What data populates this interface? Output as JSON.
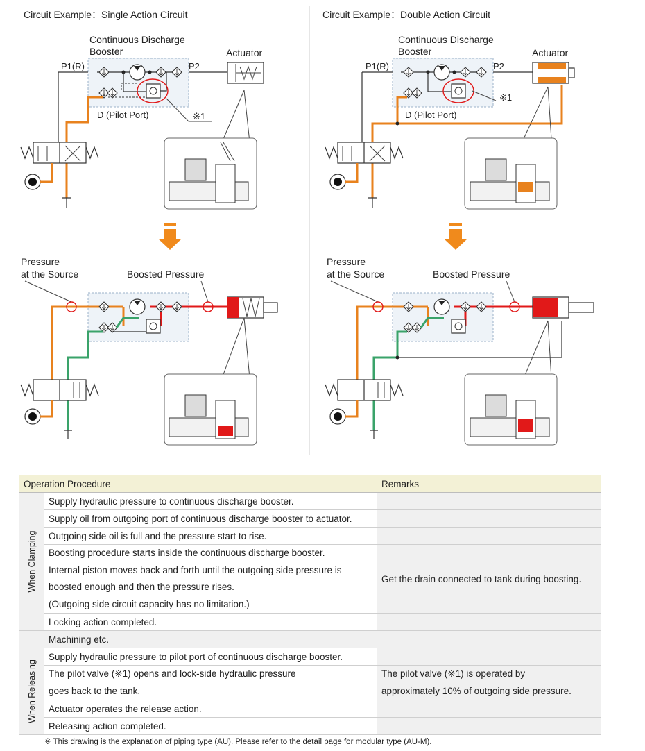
{
  "diagram": {
    "left": {
      "title": "Circuit Example：Single Action Circuit",
      "booster_label": [
        "Continuous Discharge",
        "Booster"
      ],
      "actuator_label": "Actuator",
      "p1_label": "P1(R)",
      "p2_label": "P2",
      "pilot_label": "D (Pilot Port)",
      "note_mark": "※1",
      "pressure_source_label": [
        "Pressure",
        "at the Source"
      ],
      "boosted_label": "Boosted Pressure"
    },
    "right": {
      "title": "Circuit Example：Double Action Circuit",
      "booster_label": [
        "Continuous Discharge",
        "Booster"
      ],
      "actuator_label": "Actuator",
      "p1_label": "P1(R)",
      "p2_label": "P2",
      "pilot_label": "D (Pilot Port)",
      "note_mark": "※1",
      "pressure_source_label": [
        "Pressure",
        "at the Source"
      ],
      "boosted_label": "Boosted Pressure"
    },
    "colors": {
      "oil_supply": "#e8821e",
      "boosted": "#e11919",
      "return": "#3aa36a",
      "arrow": "#f08a1c"
    }
  },
  "table": {
    "headers": {
      "procedure": "Operation Procedure",
      "remarks": "Remarks"
    },
    "clamping": {
      "group_label": "When Clamping",
      "rows": [
        {
          "lines": [
            "Supply hydraulic pressure to continuous discharge booster."
          ],
          "remarks": []
        },
        {
          "lines": [
            "Supply oil from outgoing port of continuous discharge booster to actuator."
          ],
          "remarks": []
        },
        {
          "lines": [
            "Outgoing side oil is full and the pressure start to rise."
          ],
          "remarks": []
        },
        {
          "lines": [
            "Boosting procedure starts inside the continuous discharge booster.",
            "Internal piston moves back and forth until the outgoing side pressure is",
            "boosted enough and then the pressure rises.",
            "(Outgoing side circuit capacity has no limitation.)"
          ],
          "remarks": [
            "Get the drain connected to tank during boosting."
          ]
        },
        {
          "lines": [
            "Locking action completed."
          ],
          "remarks": []
        }
      ]
    },
    "machining": "Machining etc.",
    "releasing": {
      "group_label": "When Releasing",
      "rows": [
        {
          "lines": [
            "Supply hydraulic pressure to pilot port of continuous discharge booster."
          ],
          "remarks": []
        },
        {
          "lines": [
            "The pilot valve (※1) opens and lock-side hydraulic pressure",
            "goes back to the tank."
          ],
          "remarks": [
            "The pilot valve (※1) is operated by",
            "approximately 10% of outgoing side pressure."
          ]
        },
        {
          "lines": [
            "Actuator operates the release action."
          ],
          "remarks": []
        },
        {
          "lines": [
            "Releasing action completed."
          ],
          "remarks": []
        }
      ]
    }
  },
  "footnote": "※ This drawing is the explanation of piping type (AU). Please refer to the detail page for modular type (AU-M)."
}
